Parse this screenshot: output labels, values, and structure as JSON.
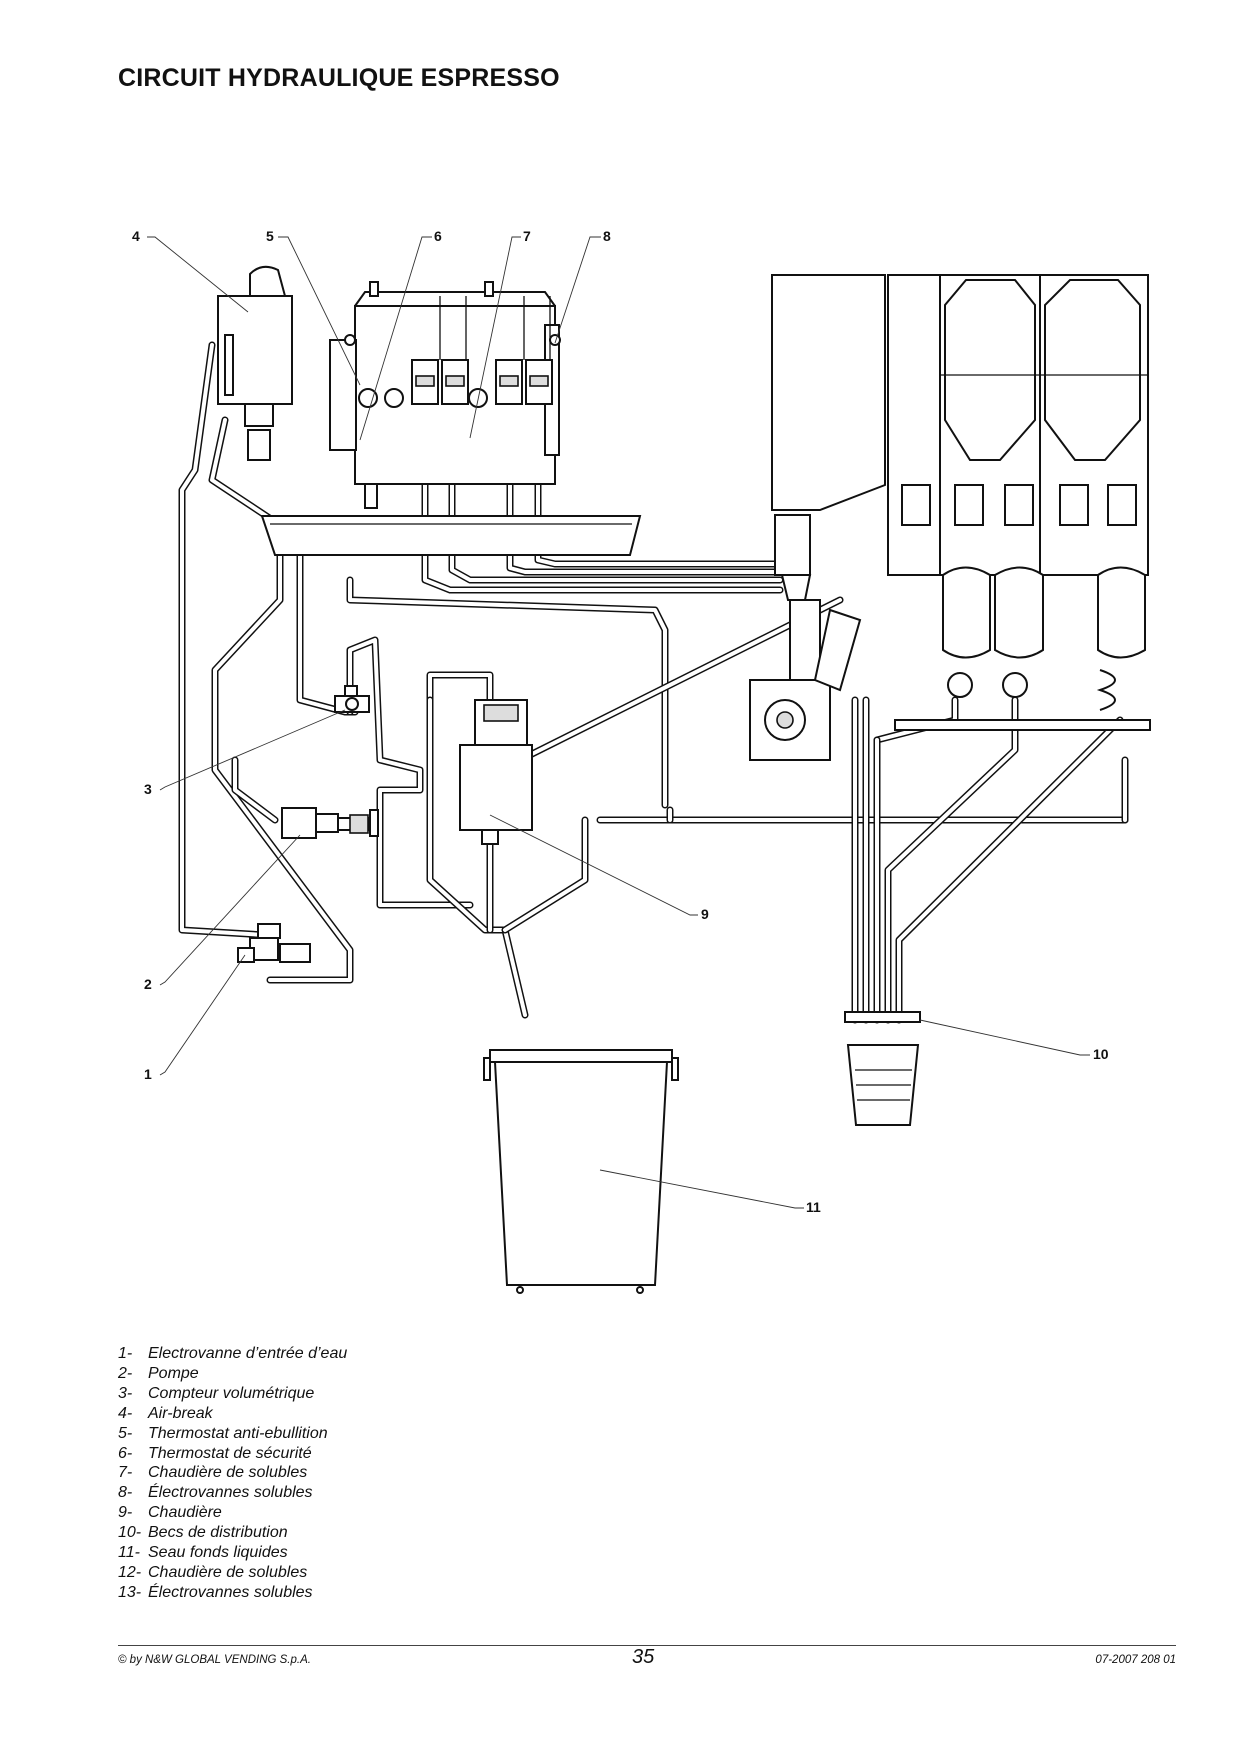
{
  "page": {
    "title": "CIRCUIT HYDRAULIQUE ESPRESSO"
  },
  "diagram": {
    "callouts": [
      {
        "id": "1",
        "label": "1"
      },
      {
        "id": "2",
        "label": "2"
      },
      {
        "id": "3",
        "label": "3"
      },
      {
        "id": "4",
        "label": "4"
      },
      {
        "id": "5",
        "label": "5"
      },
      {
        "id": "6",
        "label": "6"
      },
      {
        "id": "7",
        "label": "7"
      },
      {
        "id": "8",
        "label": "8"
      },
      {
        "id": "9",
        "label": "9"
      },
      {
        "id": "10",
        "label": "10"
      },
      {
        "id": "11",
        "label": "11"
      }
    ]
  },
  "legend": [
    {
      "num": "1-",
      "text": "Electrovanne d’entrée d’eau"
    },
    {
      "num": "2-",
      "text": "Pompe"
    },
    {
      "num": "3-",
      "text": "Compteur volumétrique"
    },
    {
      "num": "4-",
      "text": "Air-break"
    },
    {
      "num": "5-",
      "text": "Thermostat anti-ebullition"
    },
    {
      "num": "6-",
      "text": "Thermostat de sécurité"
    },
    {
      "num": "7-",
      "text": "Chaudière de solubles"
    },
    {
      "num": "8-",
      "text": "Électrovannes solubles"
    },
    {
      "num": "9-",
      "text": "Chaudière"
    },
    {
      "num": "10-",
      "text": "Becs de distribution"
    },
    {
      "num": "11-",
      "text": "Seau fonds liquides"
    },
    {
      "num": "12-",
      "text": "Chaudière de solubles"
    },
    {
      "num": "13-",
      "text": "Électrovannes solubles"
    }
  ],
  "footer": {
    "copyright": "© by N&W GLOBAL VENDING S.p.A.",
    "page_number": "35",
    "doc_ref": "07-2007 208 01"
  }
}
